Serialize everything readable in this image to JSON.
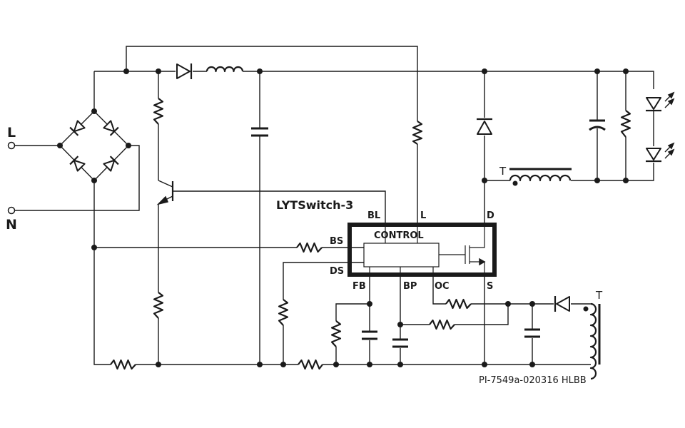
{
  "labels": {
    "line": "L",
    "neutral": "N",
    "part": "LYTSwitch-3",
    "control": "CONTROL",
    "pins": {
      "bl": "BL",
      "l": "L",
      "d": "D",
      "bs": "BS",
      "ds": "DS",
      "fb": "FB",
      "bp": "BP",
      "oc": "OC",
      "s": "S"
    },
    "transformer": "T",
    "drawing_id": "PI-7549a-020316  HLBB"
  }
}
